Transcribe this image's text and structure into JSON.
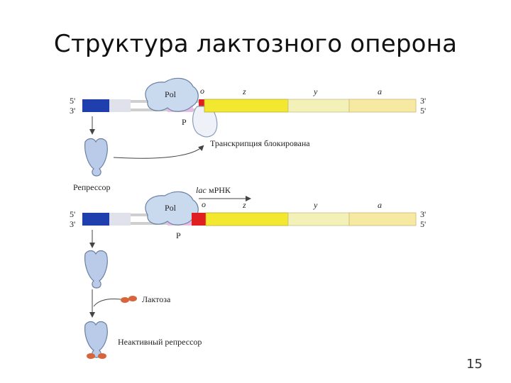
{
  "slide": {
    "title": "Структура лактозного оперона",
    "page_number": "15"
  },
  "diagram": {
    "strand_end_5": "5'",
    "strand_end_3": "3'",
    "pol": "Pol",
    "promoter": "P",
    "operator": "o",
    "genes": [
      "z",
      "y",
      "a"
    ],
    "blocked_text": "Транскрипция блокирована",
    "repressor_label": "Репрессор",
    "mrna_prefix": "lac",
    "mrna_suffix": " мРНК",
    "lactose_label": "Лактоза",
    "inactive_label": "Неактивный репрессор"
  },
  "colors": {
    "blue_block": "#1f3fae",
    "operator_red": "#e02020",
    "gene_z": "#f2e830",
    "gene_y": "#f3f0b8",
    "gene_a": "#f6eaa2",
    "pol_blob": "#c9d9ee",
    "repressor": "#b9cbe8",
    "lactose": "#d8643c"
  }
}
